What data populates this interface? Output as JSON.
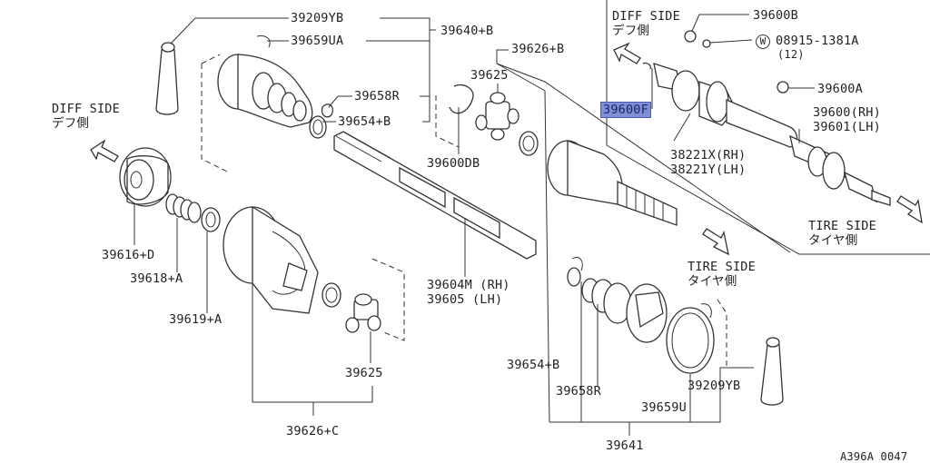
{
  "labels": {
    "p39209yb_top": "39209YB",
    "p39659ua": "39659UA",
    "p39640b": "39640+B",
    "p39626b": "39626+B",
    "p39625_top": "39625",
    "p39658r_top": "39658R",
    "p39654b_top": "39654+B",
    "p39600db": "39600DB",
    "diff_side_left": "DIFF SIDE",
    "diff_side_left_jp": "デフ側",
    "p39616d": "39616+D",
    "p39618a": "39618+A",
    "p39619a": "39619+A",
    "p39604m": "39604M (RH)",
    "p39605": "39605  (LH)",
    "p39625_bottom": "39625",
    "p39626c": "39626+C",
    "tire_side_mid": "TIRE SIDE",
    "tire_side_mid_jp": "タイヤ側",
    "p39654b_bottom": "39654+B",
    "p39658r_bottom": "39658R",
    "p39659u": "39659U",
    "p39209yb_bottom": "39209YB",
    "p39641": "39641",
    "diff_side_right": "DIFF SIDE",
    "diff_side_right_jp": "デフ側",
    "p39600b": "39600B",
    "washer_circle": "W",
    "p08915": "08915-1381A",
    "p08915_qty": "(12)",
    "p39600f": "39600F",
    "p39600a": "39600A",
    "p39600rh": "39600(RH)",
    "p39601lh": "39601(LH)",
    "p38221x": "38221X(RH)",
    "p38221y": "38221Y(LH)",
    "tire_side_right": "TIRE SIDE",
    "tire_side_right_jp": "タイヤ側",
    "diagram_code": "A396A 0047"
  },
  "colors": {
    "line": "#333333",
    "highlight_fill": "#7f8fd6",
    "highlight_border": "#4a5bb0"
  }
}
